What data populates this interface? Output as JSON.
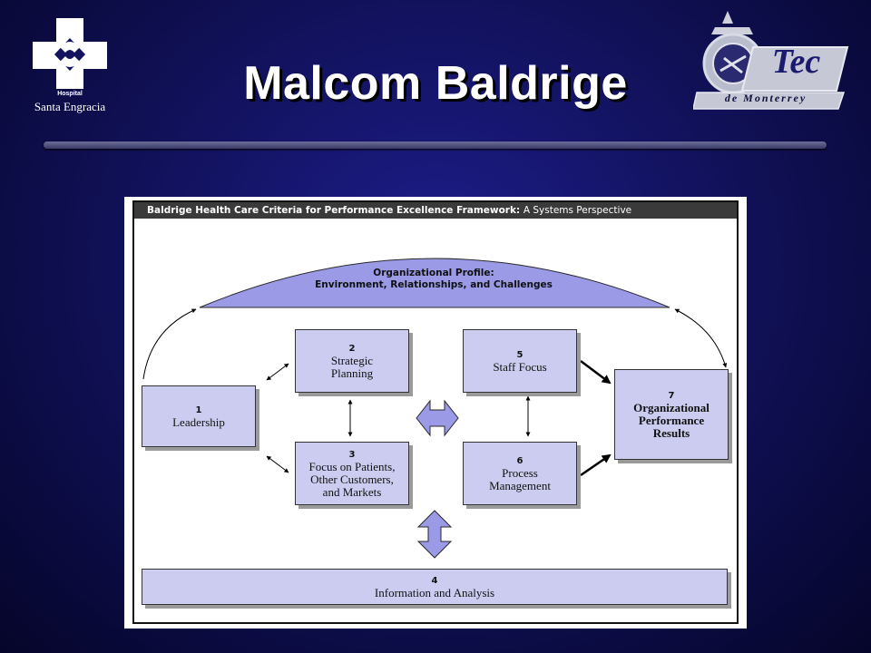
{
  "slide": {
    "title": "Malcom Baldrige"
  },
  "logos": {
    "hospital": {
      "subtitle": "Hospital",
      "name": "Santa Engracia"
    },
    "tec": {
      "word": "Tec",
      "subtitle": "de Monterrey"
    }
  },
  "framework": {
    "header_bold": "Baldrige Health Care Criteria for Performance Excellence Framework:",
    "header_light": "A Systems Perspective",
    "profile": "Organizational Profile:\nEnvironment, Relationships, and Challenges",
    "boxes": {
      "leadership": {
        "number": "1",
        "label": "Leadership"
      },
      "strategic": {
        "number": "2",
        "label": "Strategic\nPlanning"
      },
      "focus": {
        "number": "3",
        "label": "Focus on Patients,\nOther Customers,\nand Markets"
      },
      "information": {
        "number": "4",
        "label": "Information and Analysis"
      },
      "staff": {
        "number": "5",
        "label": "Staff Focus"
      },
      "process": {
        "number": "6",
        "label": "Process\nManagement"
      },
      "results": {
        "number": "7",
        "label": "Organizational\nPerformance\nResults"
      }
    }
  },
  "colors": {
    "background": "#12125e",
    "box_fill": "#ccccf0",
    "profile_fill": "#9a9ae6",
    "header_bar": "#3a3a3a"
  }
}
